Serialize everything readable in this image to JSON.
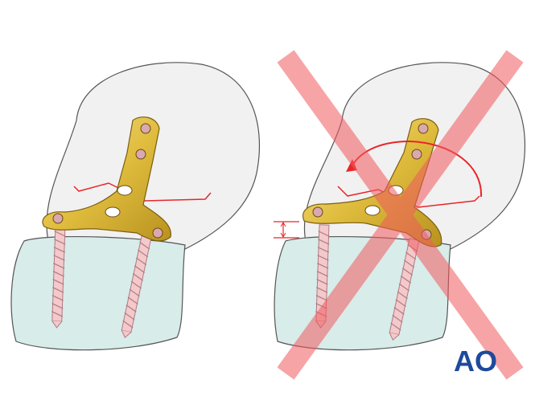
{
  "panels": [
    {
      "id": "correct",
      "description_label": ""
    },
    {
      "id": "incorrect",
      "marked_wrong": true
    }
  ],
  "colors": {
    "bone_head": "#efefef",
    "bone_shaft": "#d6ebe9",
    "plate_gold": "#e3c24a",
    "screw_pink": "#f0c2c6",
    "fracture_line": "#e8262a",
    "cross_mark": "#f59a9c",
    "logo_blue": "#1e4a9c"
  },
  "logo": {
    "text": "AO"
  }
}
